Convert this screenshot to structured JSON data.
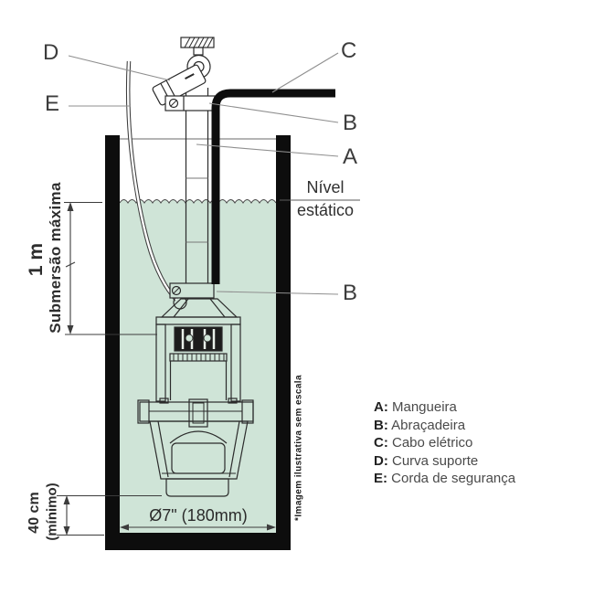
{
  "diagram": {
    "callouts": {
      "a": "A",
      "b": "B",
      "c": "C",
      "d": "D",
      "e": "E"
    },
    "water_level": {
      "line1": "Nível",
      "line2": "estático"
    },
    "dimensions": {
      "submersion_value": "1 m",
      "submersion_label": "Submersão máxima",
      "clearance_value": "40 cm",
      "clearance_qualifier": "(mínimo)",
      "diameter": "Ø7\" (180mm)"
    },
    "disclaimer": "*Imagem ilustrativa sem escala"
  },
  "legend": {
    "items": [
      {
        "key": "A:",
        "label": "Mangueira"
      },
      {
        "key": "B:",
        "label": "Abraçadeira"
      },
      {
        "key": "C:",
        "label": "Cabo elétrico"
      },
      {
        "key": "D:",
        "label": "Curva suporte"
      },
      {
        "key": "E:",
        "label": "Corda de segurança"
      }
    ]
  },
  "colors": {
    "water": "#cfe4d7",
    "structure_black": "#0d0d0d",
    "line": "#2b2b2b",
    "leader": "#8f8f8f",
    "text_dark": "#3a3a3a"
  }
}
